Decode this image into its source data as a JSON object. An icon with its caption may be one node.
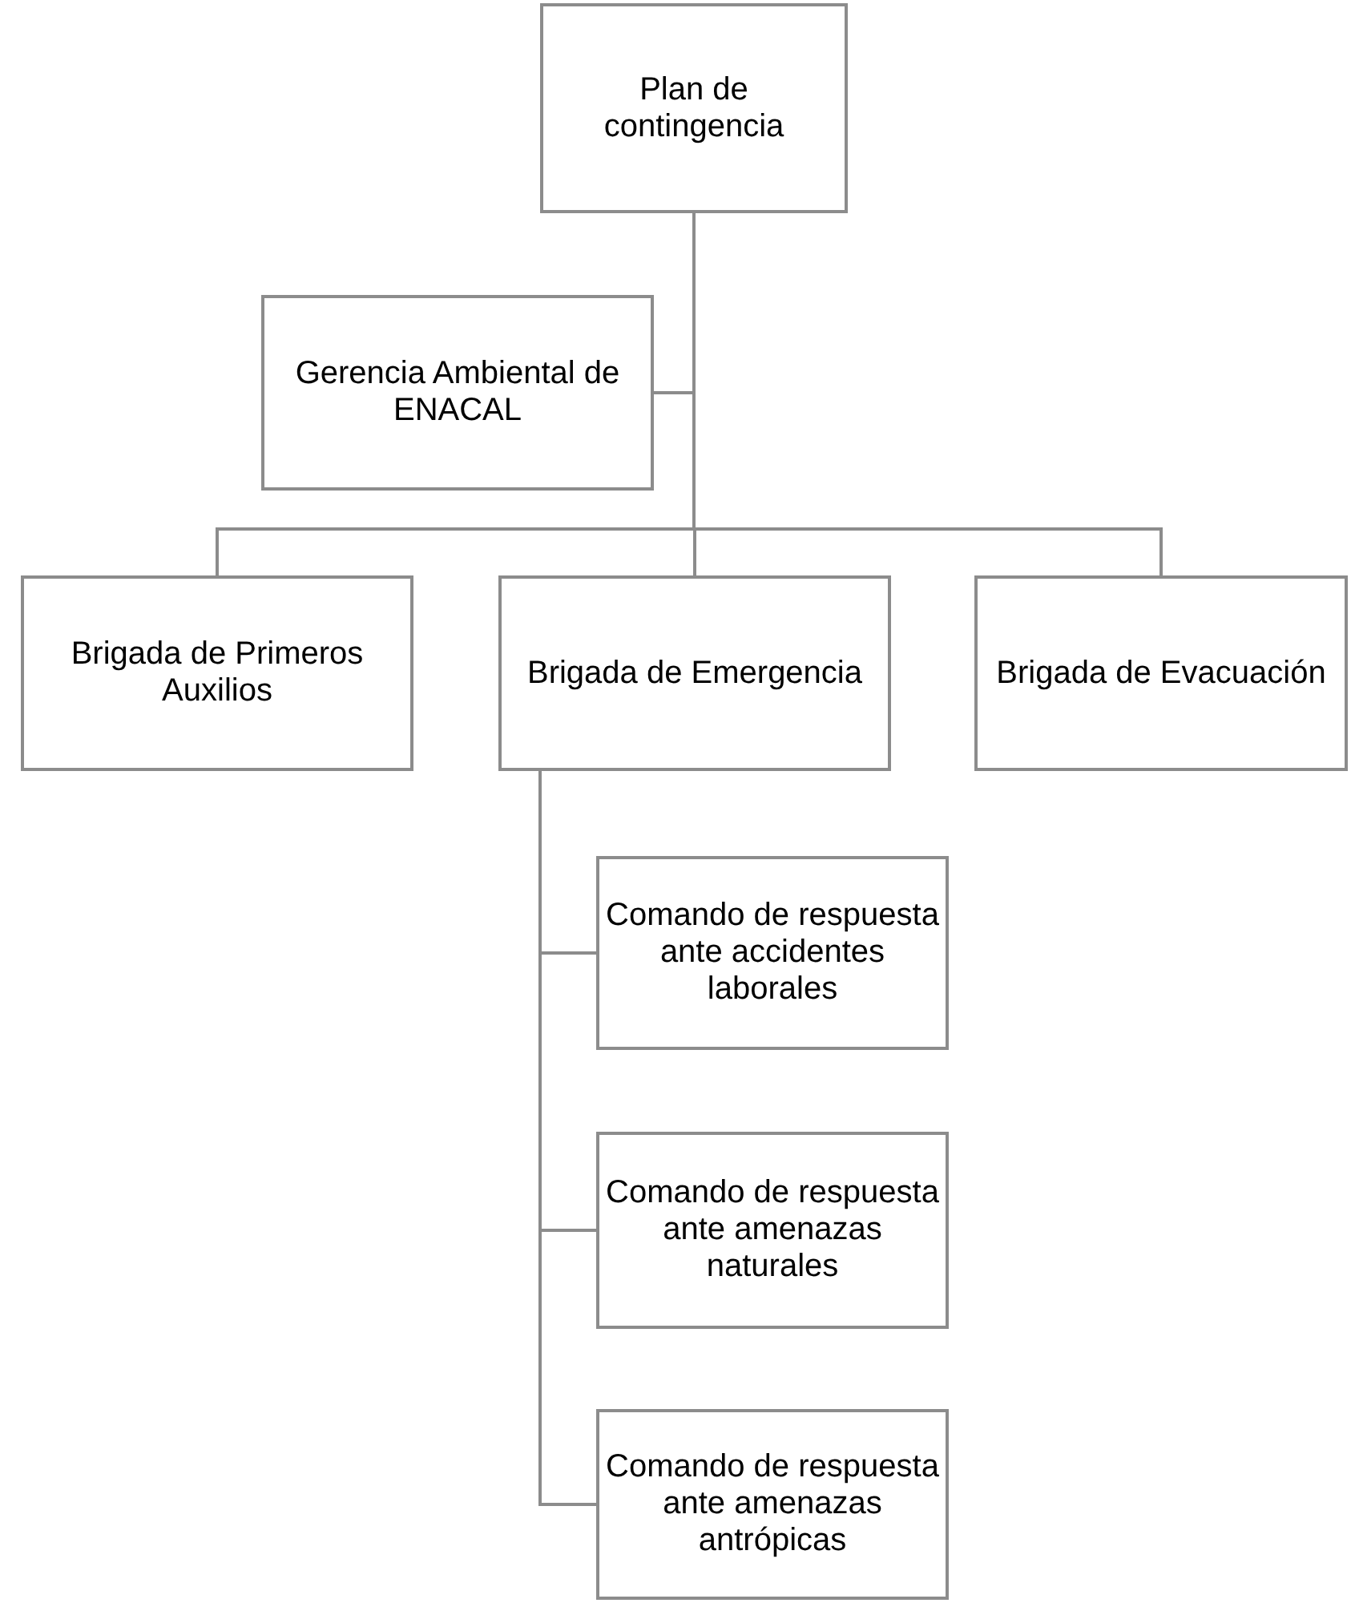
{
  "diagram": {
    "nodes": [
      {
        "text": [
          "Plan de contingencia"
        ]
      },
      {
        "text": [
          "Gerencia Ambiental de ENACAL"
        ]
      },
      {
        "text": [
          "Brigada de Primeros Auxilios"
        ]
      },
      {
        "text": [
          "Brigada de Emergencia"
        ]
      },
      {
        "text": [
          "Brigada de Evacuación"
        ]
      },
      {
        "text": [
          "Comando de respuesta ante accidentes laborales"
        ]
      },
      {
        "text": [
          "Comando de respuesta ante amenazas naturales"
        ]
      },
      {
        "text": [
          "Comando de respuesta ante amenazas antrópicas"
        ]
      }
    ],
    "edges": [
      {
        "from": 0,
        "to": 1,
        "arrow": "none"
      },
      {
        "from": 0,
        "to": 2,
        "arrow": "none"
      },
      {
        "from": 0,
        "to": 3,
        "arrow": "none"
      },
      {
        "from": 0,
        "to": 4,
        "arrow": "none"
      },
      {
        "from": 3,
        "to": 5,
        "arrow": "none"
      },
      {
        "from": 3,
        "to": 6,
        "arrow": "none"
      },
      {
        "from": 3,
        "to": 7,
        "arrow": "none"
      }
    ]
  }
}
